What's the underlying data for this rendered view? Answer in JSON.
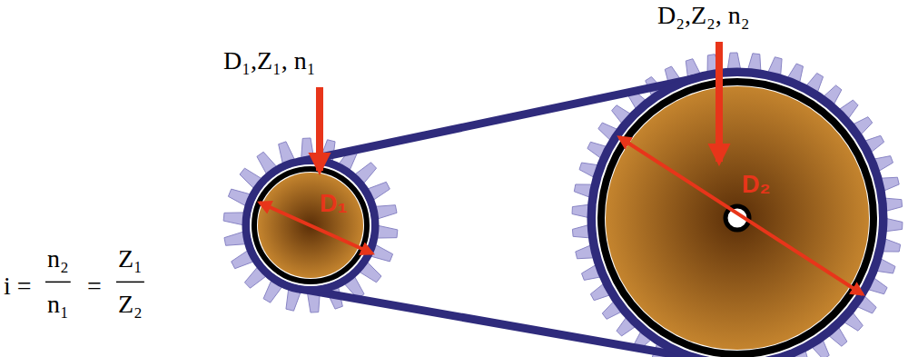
{
  "diagram": {
    "nodes": [
      {
        "text": [
          "D₁"
        ]
      },
      {
        "text": [
          "D₂"
        ]
      }
    ],
    "labels": [
      "D₁,Z₁, n₁",
      "D₂,Z₂, n₂",
      "i =",
      "n₂",
      "n₁",
      "=",
      "Z₁",
      "Z₂"
    ]
  }
}
